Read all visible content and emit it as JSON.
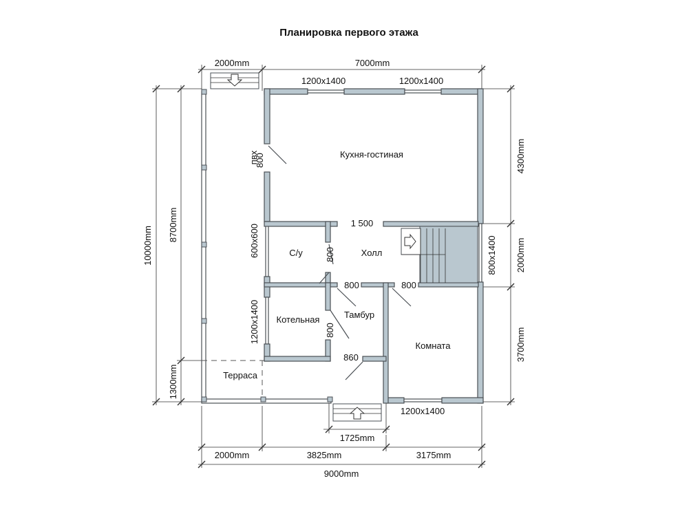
{
  "title": "Планировка первого этажа",
  "rooms": {
    "kitchen": "Кухня-гостиная",
    "hall": "Холл",
    "wc": "С/у",
    "boiler": "Котельная",
    "vestibule": "Тамбур",
    "room": "Комната",
    "terrace": "Терраса"
  },
  "openings": {
    "window_top_left": "1200x1400",
    "window_top_right": "1200x1400",
    "door_pvh": "пвх",
    "door_pvh_size": "800",
    "window_wc": "600x600",
    "window_boiler": "1200x1400",
    "opening_hall": "1 500",
    "door_wc": "800",
    "door_vestibule_top": "800",
    "door_room": "800",
    "door_boiler": "800",
    "door_entrance": "860",
    "window_stairs": "800x1400",
    "window_room": "1200x1400"
  },
  "dimensions": {
    "top_left": "2000mm",
    "top_right": "7000mm",
    "right_top": "4300mm",
    "right_mid": "2000mm",
    "right_bottom": "3700mm",
    "left_total": "10000mm",
    "left_inner": "8700mm",
    "left_terrace": "1300mm",
    "porch": "1725mm",
    "bottom_1": "2000mm",
    "bottom_2": "3825mm",
    "bottom_3": "3175mm",
    "bottom_total": "9000mm"
  }
}
